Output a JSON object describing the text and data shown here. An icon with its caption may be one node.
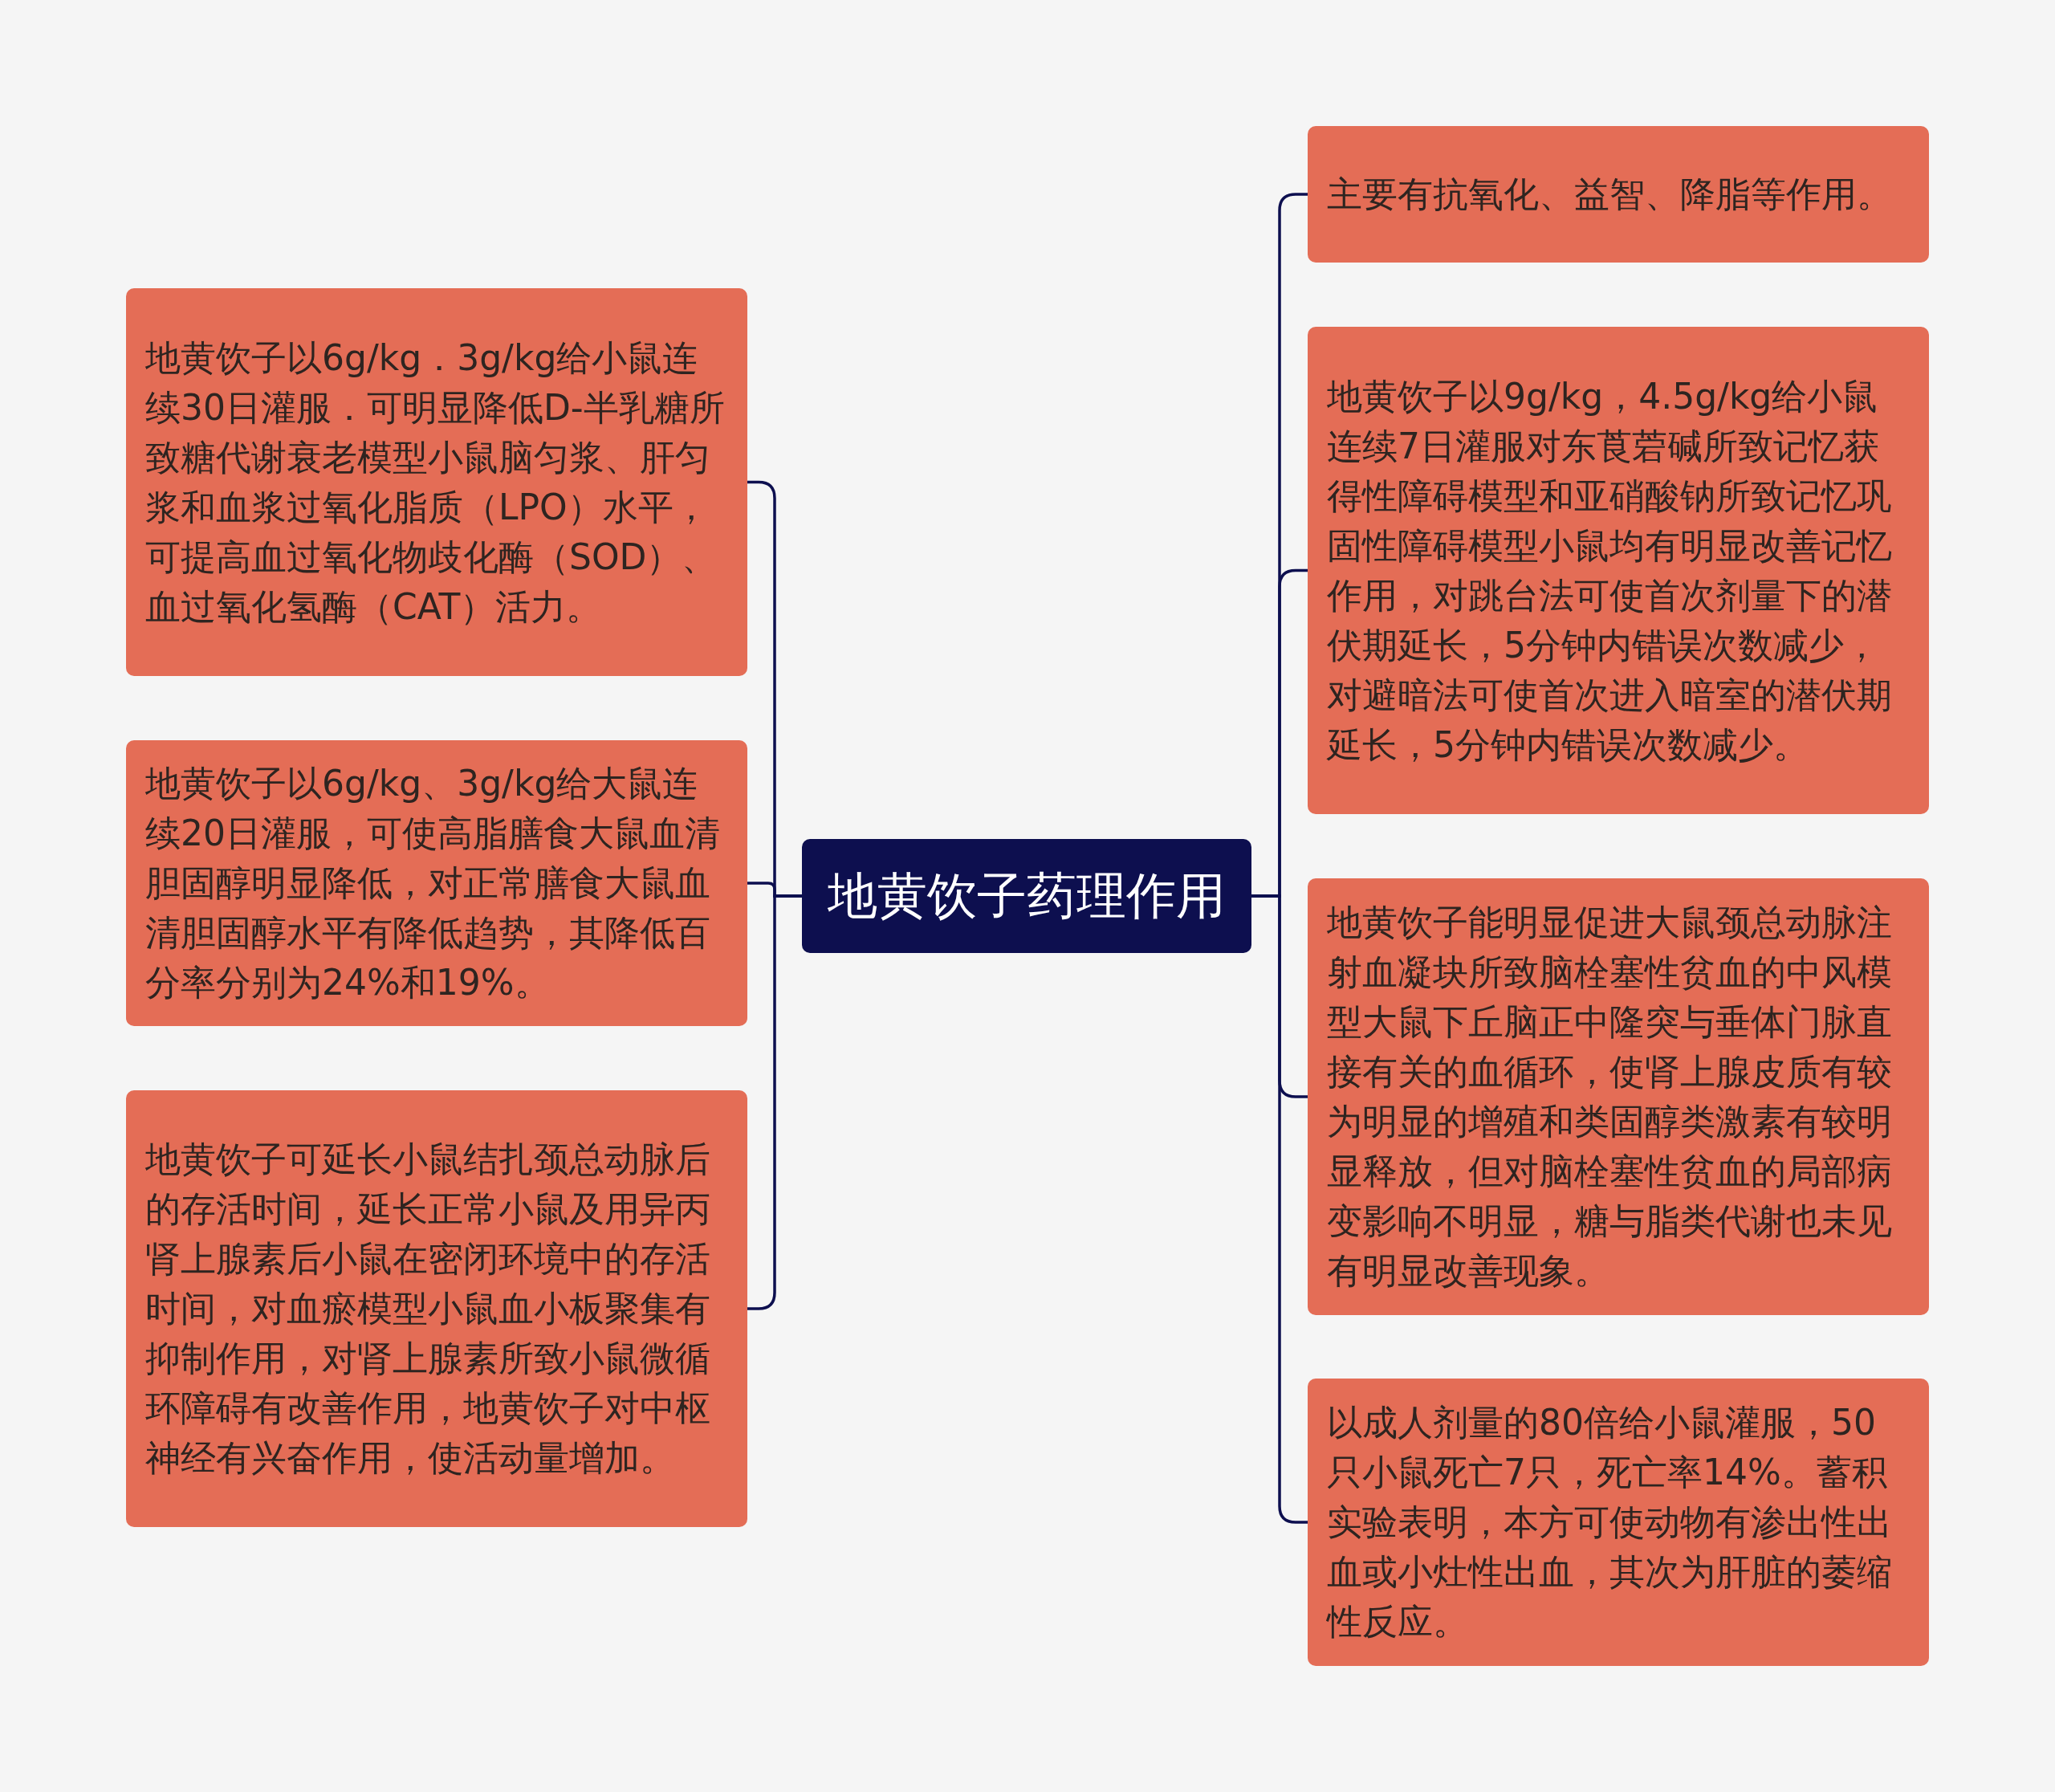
{
  "diagram": {
    "nodes": [
      {
        "text": [
          "地黄饮子药理作用"
        ]
      },
      {
        "text": [
          "地黄饮子以6g/kg．3g/kg给小鼠连续30日灌服．可明显降低D-半乳糖所致糖代谢衰老模型小鼠脑匀浆、肝匀浆和血浆过氧化脂质（LPO）水平，可提高血过氧化物歧化酶（SOD）、血过氧化氢酶（CAT）活力。"
        ]
      },
      {
        "text": [
          "地黄饮子以6g/kg、3g/kg给大鼠连续20日灌服，可使高脂膳食大鼠血清胆固醇明显降低，对正常膳食大鼠血清胆固醇水平有降低趋势，其降低百分率分别为24%和19%。"
        ]
      },
      {
        "text": [
          "地黄饮子可延长小鼠结扎颈总动脉后的存活时间，延长正常小鼠及用异丙肾上腺素后小鼠在密闭环境中的存活时间，对血瘀模型小鼠血小板聚集有抑制作用，对肾上腺素所致小鼠微循环障碍有改善作用，地黄饮子对中枢神经有兴奋作用，使活动量增加。"
        ]
      },
      {
        "text": [
          "主要有抗氧化、益智、降脂等作用。"
        ]
      },
      {
        "text": [
          "地黄饮子以9g/kg，4.5g/kg给小鼠连续7日灌服对东莨菪碱所致记忆获得性障碍模型和亚硝酸钠所致记忆巩固性障碍模型小鼠均有明显改善记忆作用，对跳台法可使首次剂量下的潜伏期延长，5分钟内错误次数减少，对避暗法可使首次进入暗室的潜伏期延长，5分钟内错误次数减少。"
        ]
      },
      {
        "text": [
          "地黄饮子能明显促进大鼠颈总动脉注射血凝块所致脑栓塞性贫血的中风模型大鼠下丘脑正中隆突与垂体门脉直接有关的血循环，使肾上腺皮质有较为明显的增殖和类固醇类激素有较明显释放，但对脑栓塞性贫血的局部病变影响不明显，糖与脂类代谢也未见有明显改善现象。"
        ]
      },
      {
        "text": [
          "以成人剂量的80倍给小鼠灌服，50只小鼠死亡7只，死亡率14%。蓄积实验表明，本方可使动物有渗出性出血或小灶性出血，其次为肝脏的萎缩性反应。"
        ]
      }
    ],
    "edges": [
      {
        "from": 0,
        "to": 1,
        "arrow": "none"
      },
      {
        "from": 0,
        "to": 2,
        "arrow": "none"
      },
      {
        "from": 0,
        "to": 3,
        "arrow": "none"
      },
      {
        "from": 0,
        "to": 4,
        "arrow": "none"
      },
      {
        "from": 0,
        "to": 5,
        "arrow": "none"
      },
      {
        "from": 0,
        "to": 6,
        "arrow": "none"
      },
      {
        "from": 0,
        "to": 7,
        "arrow": "none"
      }
    ]
  }
}
